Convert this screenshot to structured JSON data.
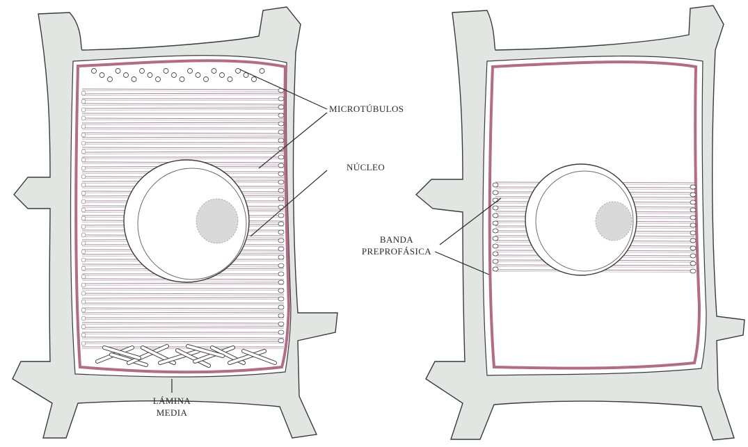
{
  "labels": {
    "microtubulos": "MICROTÚBULOS",
    "nucleo": "NÚCLEO",
    "banda_line1": "BANDA",
    "banda_line2": "PREPROFÁSICA",
    "lamina_line1": "LÁMINA",
    "lamina_line2": "MEDIA"
  },
  "colors": {
    "plasma_membrane": "#b56a86",
    "cell_wall_fill": "#e1e5e1",
    "ink": "#3a3a3a",
    "microtubule": "#a8859a",
    "nucleolus": "#d9d9d9"
  }
}
